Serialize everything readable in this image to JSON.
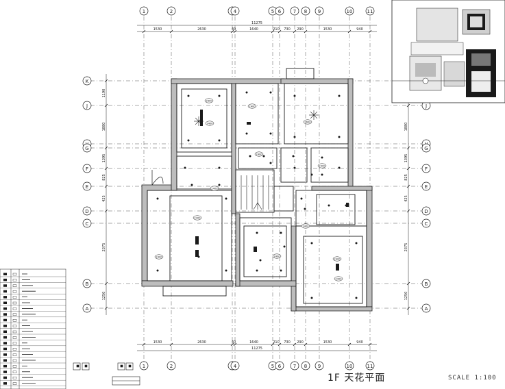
{
  "drawing": {
    "title": "1F 天花平面",
    "scale": "SCALE 1:100",
    "overall_dimension": "11275"
  },
  "column_axes": [
    "1",
    "2",
    "3",
    "4",
    "5",
    "6",
    "7",
    "8",
    "9",
    "10",
    "11"
  ],
  "row_axes": [
    "K",
    "J",
    "H",
    "G",
    "F",
    "E",
    "D",
    "C",
    "B",
    "A"
  ],
  "top_dimensions": [
    "1530",
    "2630",
    "40",
    "1640",
    "210",
    "730",
    "290",
    "1530",
    "940"
  ],
  "bottom_dimensions": [
    "1530",
    "2630",
    "40",
    "1640",
    "210",
    "730",
    "290",
    "1530",
    "940"
  ],
  "left_dimensions": [
    "1190",
    "1880",
    "1395",
    "825",
    "425",
    "2375",
    "1250"
  ],
  "right_dimensions": [
    "1880",
    "1395",
    "825",
    "425",
    "2375",
    "1250"
  ],
  "room_tags": [
    "2600",
    "2400",
    "2600",
    "2400",
    "2400",
    "2400",
    "2400",
    "2400",
    "2400",
    "2400",
    "2400",
    "2400",
    "2400"
  ],
  "colors": {
    "line": "#1a1a1a",
    "wall_fill": "#bdbdbd",
    "axis_dash": "#555555",
    "background": "#ffffff"
  }
}
